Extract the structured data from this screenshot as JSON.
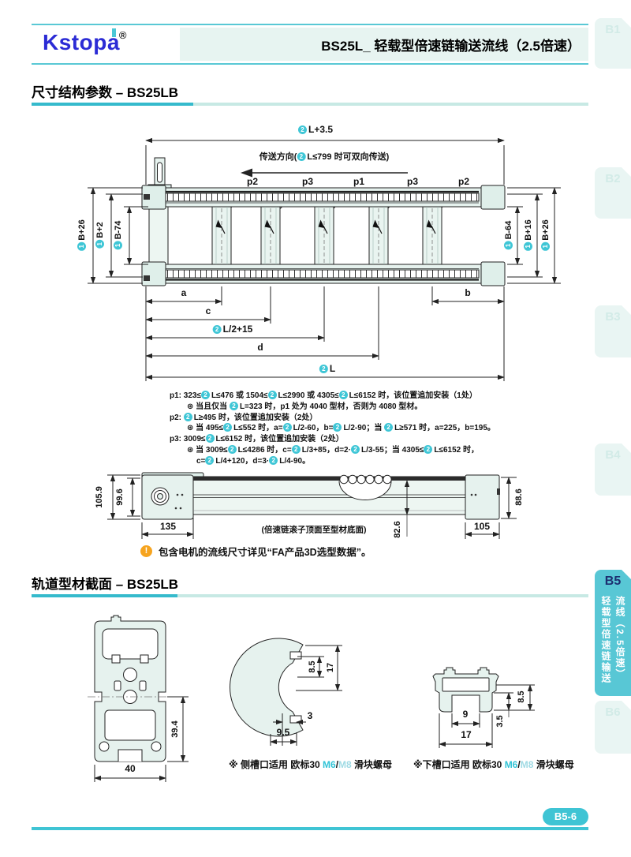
{
  "page": {
    "footer_page_label": "B5-6"
  },
  "header": {
    "logo_text": "Kstopa",
    "logo_reg": "®",
    "title": "BS25L_ 轻载型倍速链输送流线（2.5倍速）"
  },
  "sidebar": {
    "tabs": [
      {
        "label": "B1",
        "active": false
      },
      {
        "label": "B2",
        "active": false
      },
      {
        "label": "B3",
        "active": false
      },
      {
        "label": "B4",
        "active": false
      },
      {
        "label": "B5",
        "active": true,
        "text_col_right": "流线（2.5倍速）",
        "text_col_left": "轻载型倍速链输送"
      },
      {
        "label": "B6",
        "active": false
      }
    ]
  },
  "section1": {
    "title": "尺寸结构参数 – BS25LB"
  },
  "section2": {
    "title": "轨道型材截面 – BS25LB"
  },
  "top_view": {
    "dim_overall": "②L+3.5",
    "direction": "传送方向(②L≤799 时可双向传送)",
    "p_labels": [
      "p2",
      "p3",
      "p1",
      "p3",
      "p2"
    ],
    "left_dims": [
      "①B+26",
      "①B+2",
      "①B-74"
    ],
    "right_dims": [
      "①B-64",
      "①B+16",
      "①B+26"
    ],
    "dim_a": "a",
    "dim_b": "b",
    "dim_c": "c",
    "dim_half": "②L/2+15",
    "dim_d": "d",
    "dim_l": "②L"
  },
  "notes": {
    "p1_main": "p1:  323≤②L≤476 或 1504≤②L≤2990 或 4305≤②L≤6152 时，该位置追加安装（1处）",
    "p1_sub": "⊛ 当且仅当 ②L=323 时，p1 处为 4040 型材，否则为 4080 型材。",
    "p2_main": "p2:  ②L≥495 时，该位置追加安装（2处）",
    "p2_sub": "⊛ 当 495≤②L≤552 时，a=②L/2-60，b=②L/2-90；当 ②L≥571 时，a=225，b=195。",
    "p3_main": "p3:  3009≤②L≤6152 时，该位置追加安装（2处）",
    "p3_sub": "⊛ 当 3009≤②L≤4286 时，c=②L/3+85，d=2·②L/3-55；当 4305≤②L≤6152 时，",
    "p3_sub2": "c=②L/4+120，d=3·②L/4-90。"
  },
  "side_view": {
    "dim_h_outer": "105.9",
    "dim_h_inner": "99.6",
    "dim_left_len": "135",
    "dim_roller": "82.6",
    "roller_note": "(倍速链滚子顶面至型材底面)",
    "dim_right_len": "105",
    "dim_h_right": "88.6"
  },
  "warning": {
    "icon": "!",
    "text": "包含电机的流线尺寸详见“FA产品3D选型数据”。"
  },
  "profiles": {
    "p1": {
      "dim_h": "39.4",
      "dim_w": "40"
    },
    "p2": {
      "dim_1": "8.5",
      "dim_2": "17",
      "dim_3": "3",
      "dim_4": "9.5",
      "note_prefix": "※ 侧槽口适用 欧标30 ",
      "note_m6": "M6",
      "note_slash": "/",
      "note_m8": "M8",
      "note_suffix": " 滑块螺母"
    },
    "p3": {
      "dim_1": "8.5",
      "dim_2": "3.5",
      "dim_3": "9",
      "dim_4": "17",
      "note_prefix": "※下槽口适用 欧标30 ",
      "note_m6": "M6",
      "note_slash": "/",
      "note_m8": "M8",
      "note_suffix": " 滑块螺母"
    }
  },
  "colors": {
    "accent_teal": "#3FC4D4",
    "band_teal": "#E7F4F1",
    "active_tab": "#58C7D5",
    "logo_blue": "#2B2BD5",
    "navy": "#1D2F70",
    "warning_orange": "#F6A41F",
    "m6": "#2FC3D6",
    "m8": "#9FDAE4",
    "drawing_fill": "#E6F2EE"
  }
}
